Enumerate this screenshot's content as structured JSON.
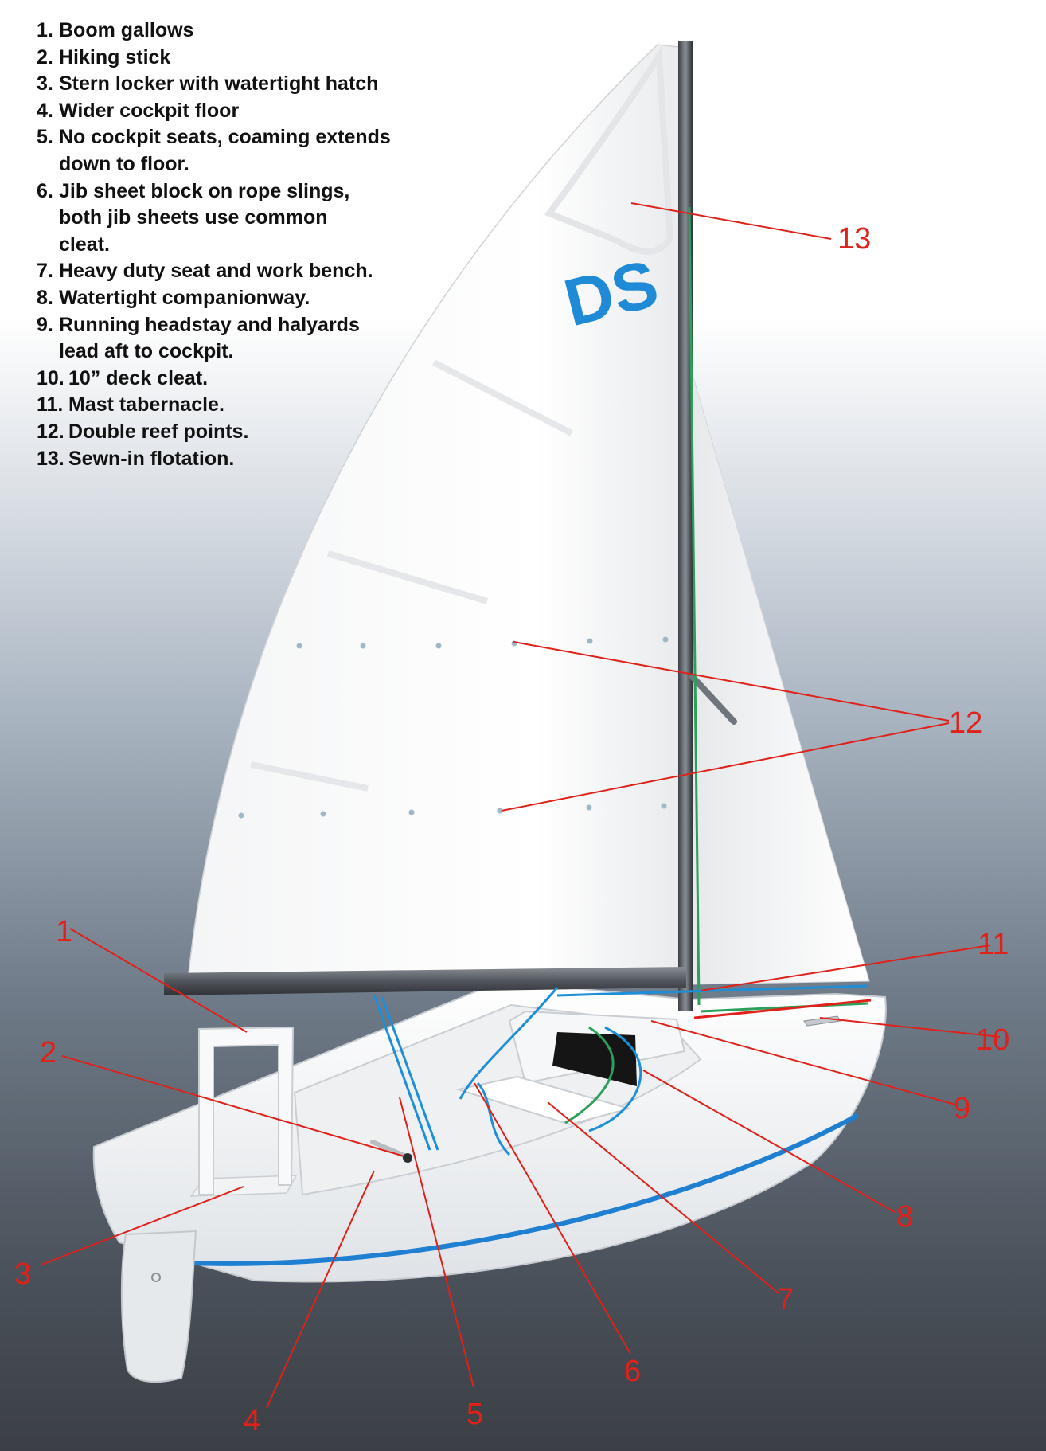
{
  "legend": [
    {
      "num": "1.",
      "text": "Boom gallows"
    },
    {
      "num": "2.",
      "text": "Hiking stick"
    },
    {
      "num": "3.",
      "text": "Stern locker with watertight hatch"
    },
    {
      "num": "4.",
      "text": "Wider cockpit floor"
    },
    {
      "num": "5.",
      "text": "No cockpit seats, coaming extends\ndown to floor."
    },
    {
      "num": "6.",
      "text": "Jib sheet block on rope slings,\nboth jib sheets use common\ncleat."
    },
    {
      "num": "7.",
      "text": "Heavy duty seat and work bench."
    },
    {
      "num": "8.",
      "text": "Watertight companionway."
    },
    {
      "num": "9.",
      "text": "Running headstay and halyards\nlead aft to cockpit."
    },
    {
      "num": "10.",
      "text": "10” deck cleat."
    },
    {
      "num": "11.",
      "text": "Mast tabernacle."
    },
    {
      "num": "12.",
      "text": "Double reef points."
    },
    {
      "num": "13.",
      "text": "Sewn-in flotation."
    }
  ],
  "sail_logo": "DS",
  "callouts": {
    "c1": "1",
    "c2": "2",
    "c3": "3",
    "c4": "4",
    "c5": "5",
    "c6": "6",
    "c7": "7",
    "c8": "8",
    "c9": "9",
    "c10": "10",
    "c11": "11",
    "c12": "12",
    "c13": "13"
  },
  "colors": {
    "callout_red": "#e0211a",
    "logo_blue": "#1f8ad6",
    "hull_stripe": "#1f7fd1",
    "line_blue": "#1d8fd8",
    "line_green": "#2aa05a"
  }
}
